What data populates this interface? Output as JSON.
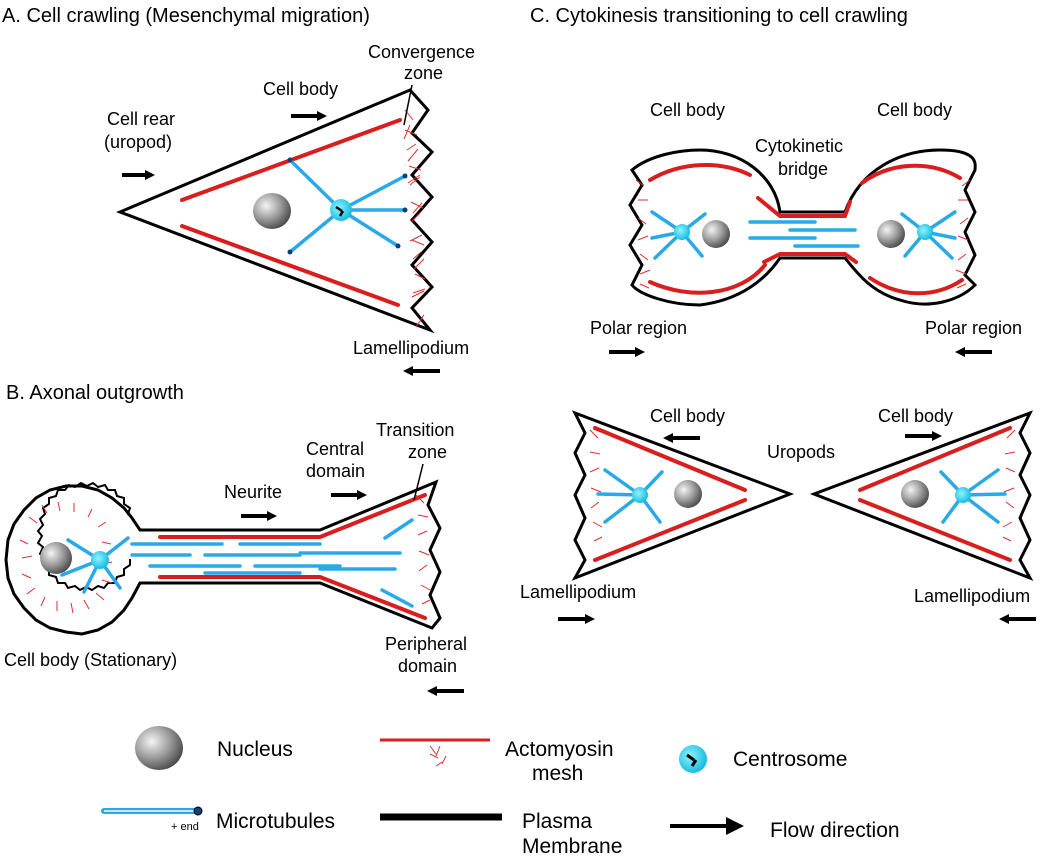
{
  "panels": {
    "a": {
      "title": "A. Cell crawling (Mesenchymal migration)",
      "cell_rear": "Cell rear",
      "uropod": "(uropod)",
      "cell_body": "Cell body",
      "convergence_1": "Convergence",
      "convergence_2": "zone",
      "lamellipodium": "Lamellipodium"
    },
    "b": {
      "title": "B. Axonal outgrowth",
      "neurite": "Neurite",
      "central_1": "Central",
      "central_2": "domain",
      "transition_1": "Transition",
      "transition_2": "zone",
      "peripheral_1": "Peripheral",
      "peripheral_2": "domain",
      "cell_body_stationary": "Cell body (Stationary)"
    },
    "c": {
      "title": "C. Cytokinesis transitioning to cell crawling",
      "cell_body_left": "Cell body",
      "cell_body_right": "Cell body",
      "bridge_1": "Cytokinetic",
      "bridge_2": "bridge",
      "polar_left": "Polar region",
      "polar_right": "Polar region",
      "cell_body_lower_left": "Cell body",
      "cell_body_lower_right": "Cell body",
      "uropods": "Uropods",
      "lamellipodium_left": "Lamellipodium",
      "lamellipodium_right": "Lamellipodium"
    }
  },
  "legend": {
    "nucleus": "Nucleus",
    "actomyosin_1": "Actomyosin",
    "actomyosin_2": "mesh",
    "centrosome": "Centrosome",
    "plus_end": "+ end",
    "microtubules": "Microtubules",
    "plasma_1": "Plasma",
    "plasma_2": "Membrane",
    "flow": "Flow direction"
  },
  "colors": {
    "actomyosin": "#d81e1e",
    "microtubule": "#2aa8e8",
    "centrosome": "#19d3f0",
    "membrane": "#000000"
  }
}
